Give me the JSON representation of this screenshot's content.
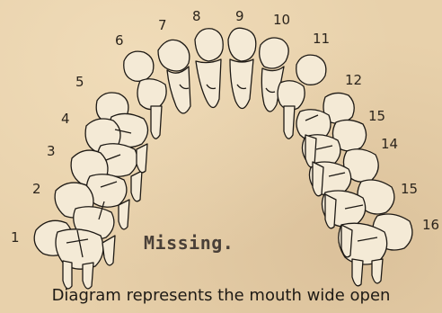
{
  "numbers": {
    "n1": "1",
    "n2": "2",
    "n3": "3",
    "n4": "4",
    "n5": "5",
    "n6": "6",
    "n7": "7",
    "n8": "8",
    "n9": "9",
    "n10": "10",
    "n11": "11",
    "n12": "12",
    "n13": "15",
    "n14": "14",
    "n15": "15",
    "n16": "16"
  },
  "stamp": "Missing.",
  "caption": "Diagram represents the mouth wide open",
  "colors": {
    "paper": "#e8d1ab",
    "ink": "#1e1a15",
    "tooth": "#f4ead6"
  }
}
